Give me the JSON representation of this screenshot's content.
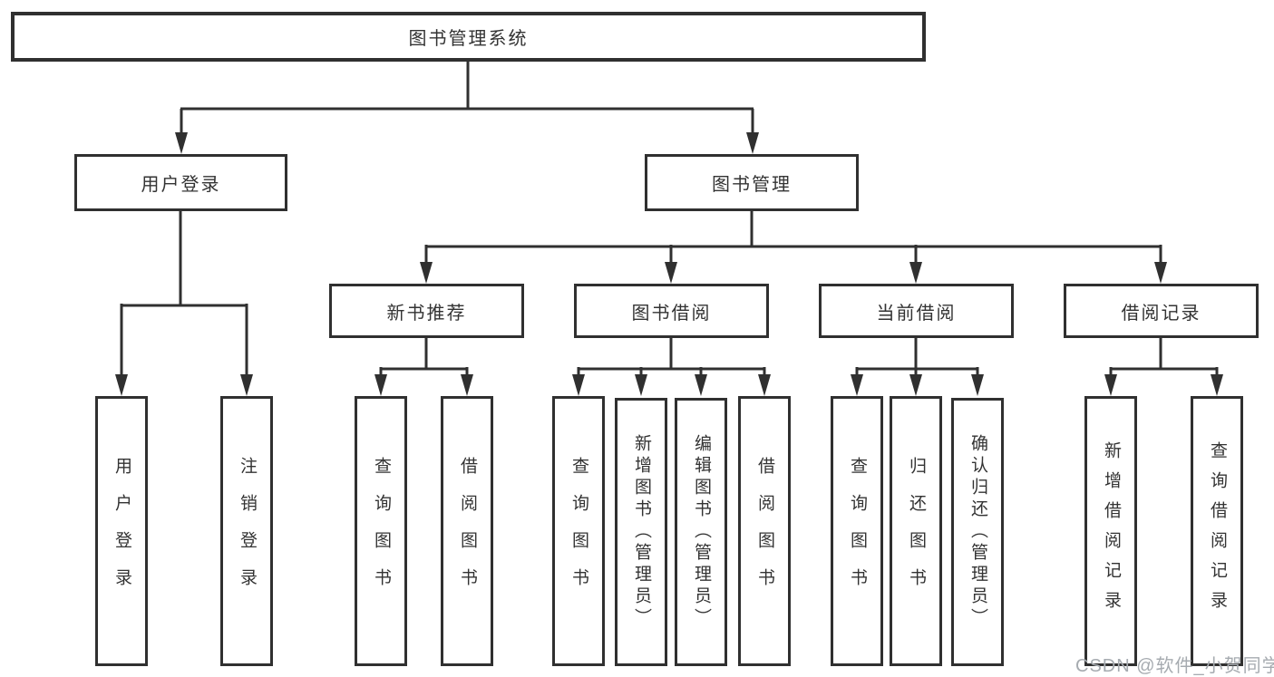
{
  "diagram": {
    "title": "图书管理系统",
    "watermark": "CSDN @软件_小贺同学",
    "colors": {
      "line": "#303030",
      "text": "#333333",
      "watermark": "#a6abb0",
      "background": "#ffffff"
    },
    "level2": {
      "user_login": "用户登录",
      "book_mgmt": "图书管理"
    },
    "level3": {
      "new_book_rec": "新书推荐",
      "book_borrow": "图书借阅",
      "current_borrow": "当前借阅",
      "borrow_record": "借阅记录"
    },
    "leaves": {
      "login": "用户登录",
      "logout": "注销登录",
      "rec_query": "查询图书",
      "rec_borrow": "借阅图书",
      "bb_query": "查询图书",
      "bb_add": "新增图书（管理员）",
      "bb_edit": "编辑图书（管理员）",
      "bb_borrow": "借阅图书",
      "cb_query": "查询图书",
      "cb_return": "归还图书",
      "cb_confirm": "确认归还（管理员）",
      "br_add": "新增借阅记录",
      "br_query": "查询借阅记录"
    }
  }
}
